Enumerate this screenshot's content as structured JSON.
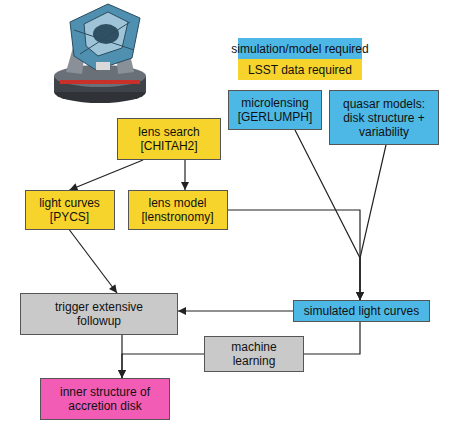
{
  "diagram": {
    "nodes": [
      {
        "text": [
          "lens search [CHITAH2]"
        ]
      },
      {
        "text": [
          "microlensing [GERLUMPH]"
        ]
      },
      {
        "text": [
          "quasar models: disk structure + variability"
        ]
      },
      {
        "text": [
          "light curves [PYCS]"
        ]
      },
      {
        "text": [
          "lens model [lenstronomy]"
        ]
      },
      {
        "text": [
          "trigger extensive followup"
        ]
      },
      {
        "text": [
          "simulated light curves"
        ]
      },
      {
        "text": [
          "machine learning"
        ]
      },
      {
        "text": [
          "inner structure of accretion disk"
        ]
      }
    ],
    "edges": [
      {
        "from": 0,
        "to": 3,
        "arrow": "to"
      },
      {
        "from": 0,
        "to": 4,
        "arrow": "to"
      },
      {
        "from": 3,
        "to": 5,
        "arrow": "to"
      },
      {
        "from": 4,
        "to": 6,
        "arrow": "to"
      },
      {
        "from": 1,
        "to": 6,
        "arrow": "to"
      },
      {
        "from": 2,
        "to": 6,
        "arrow": "to"
      },
      {
        "from": 6,
        "to": 5,
        "arrow": "to"
      },
      {
        "from": 6,
        "to": 7,
        "arrow": "none"
      },
      {
        "from": 7,
        "to": 8,
        "arrow": "to"
      },
      {
        "from": 5,
        "to": 8,
        "arrow": "to"
      }
    ],
    "legend": [
      {
        "text": "simulation/model required",
        "color": "#4db8e6"
      },
      {
        "text": "LSST data required",
        "color": "#f6d42b"
      }
    ]
  }
}
